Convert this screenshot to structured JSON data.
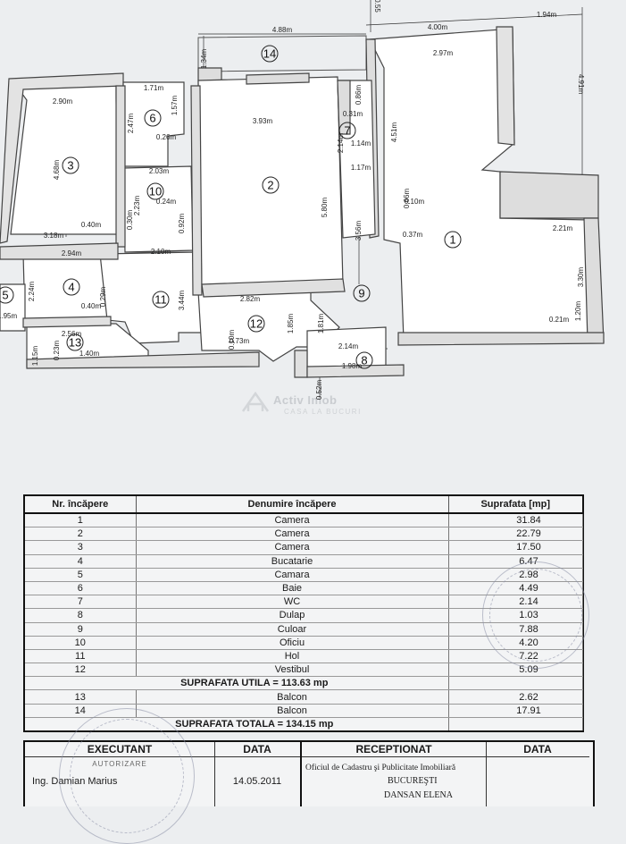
{
  "plan": {
    "room_numbers": [
      "1",
      "2",
      "3",
      "4",
      "5",
      "6",
      "7",
      "8",
      "9",
      "10",
      "11",
      "12",
      "13",
      "14"
    ],
    "dimensions": [
      "0.55",
      "4.88m",
      "1.34m",
      "4.00m",
      "1.94m",
      "2.97m",
      "4.91m",
      "1.71m",
      "2.90m",
      "1.57m",
      "2.47m",
      "3.93m",
      "0.86m",
      "0.31m",
      "2.14m",
      "1.14m",
      "4.51m",
      "0.26m",
      "2.03m",
      "4.68m",
      "5.80m",
      "1.17m",
      "0.66m",
      "0.10m",
      "2.23m",
      "0.24m",
      "0.30m",
      "0.92m",
      "3.56m",
      "0.37m",
      "2.21m",
      "0.40m",
      "3.18m",
      "2.94m",
      "2.10m",
      "2.24m",
      "0.29m",
      "3.44m",
      "2.82m",
      "3.30m",
      "0.40m",
      "0.21m",
      "1.20m",
      "1.85m",
      "1.81m",
      "1.95m",
      "2.56m",
      "0.10m",
      "0.73m",
      "2.14m",
      "0.23m",
      "1.15m",
      "1.40m",
      "1.98m",
      "0.52m"
    ],
    "watermark": "Activ Imob",
    "watermark_sub": "CASA LA BUCURI"
  },
  "room_table": {
    "headers": [
      "Nr. încăpere",
      "Denumire încăpere",
      "Suprafata [mp]"
    ],
    "rows": [
      {
        "nr": "1",
        "name": "Camera",
        "area": "31.84"
      },
      {
        "nr": "2",
        "name": "Camera",
        "area": "22.79"
      },
      {
        "nr": "3",
        "name": "Camera",
        "area": "17.50"
      },
      {
        "nr": "4",
        "name": "Bucatarie",
        "area": "6.47"
      },
      {
        "nr": "5",
        "name": "Camara",
        "area": "2.98"
      },
      {
        "nr": "6",
        "name": "Baie",
        "area": "4.49"
      },
      {
        "nr": "7",
        "name": "WC",
        "area": "2.14"
      },
      {
        "nr": "8",
        "name": "Dulap",
        "area": "1.03"
      },
      {
        "nr": "9",
        "name": "Culoar",
        "area": "7.88"
      },
      {
        "nr": "10",
        "name": "Oficiu",
        "area": "4.20"
      },
      {
        "nr": "11",
        "name": "Hol",
        "area": "7.22"
      },
      {
        "nr": "12",
        "name": "Vestibul",
        "area": "5.09"
      }
    ],
    "utila_label": "SUPRAFATA UTILA = 113.63 mp",
    "balcony_rows": [
      {
        "nr": "13",
        "name": "Balcon",
        "area": "2.62"
      },
      {
        "nr": "14",
        "name": "Balcon",
        "area": "17.91"
      }
    ],
    "totala_label": "SUPRAFATA TOTALA = 134.15 mp"
  },
  "signature": {
    "executant_header": "EXECUTANT",
    "data_header": "DATA",
    "receptionat_header": "RECEPTIONAT",
    "data2_header": "DATA",
    "autorizare": "AUTORIZARE",
    "executant_name": "Ing. Damian Marius",
    "date": "14.05.2011",
    "receptionat_line1": "Oficiul de Cadastru şi Publicitate Imobiliară",
    "receptionat_line2": "BUCUREŞTI",
    "receptionat_line3": "DANSAN ELENA"
  }
}
